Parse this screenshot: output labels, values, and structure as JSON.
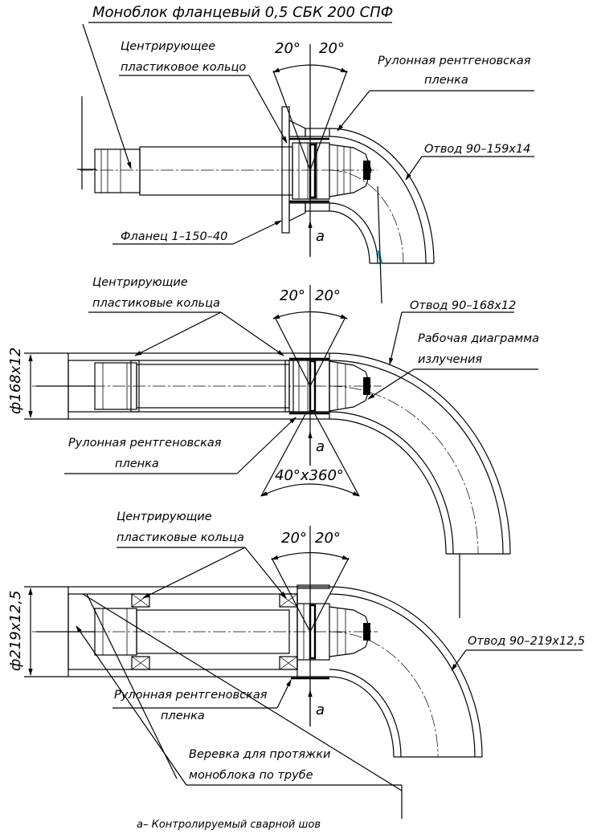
{
  "title": "Моноблок фланцевый 0,5 СБК 200 СПФ",
  "footnote": "a– Контролируемый сварной шов",
  "view1": {
    "label_ring": [
      "Центрирующее",
      "пластиковое кольцо"
    ],
    "label_angle_left": "20°",
    "label_angle_right": "20°",
    "label_film": [
      "Рулонная рентгеновская",
      "пленка"
    ],
    "label_elbow": "Отвод 90–159x14",
    "label_flange": "Фланец 1–150–40",
    "label_weld": "a"
  },
  "view2": {
    "label_rings": [
      "Центрирующие",
      "пластиковые кольца"
    ],
    "label_angle_left": "20°",
    "label_angle_right": "20°",
    "label_elbow": "Отвод 90–168x12",
    "label_pattern": [
      "Рабочая диаграмма",
      "излучения"
    ],
    "label_dia": "ф168x12",
    "label_film": [
      "Рулонная рентгеновская",
      "пленка"
    ],
    "label_weld": "a",
    "label_beam": "40°x360°"
  },
  "view3": {
    "label_rings": [
      "Центрирующие",
      "пластиковые кольца"
    ],
    "label_angle_left": "20°",
    "label_angle_right": "20°",
    "label_dia": "ф219x12,5",
    "label_elbow": "Отвод 90–219x12,5",
    "label_film": [
      "Рулонная рентгеновская",
      "пленка"
    ],
    "label_weld": "a",
    "label_rope": [
      "Веревка для протяжки",
      "моноблока по трубе"
    ]
  }
}
